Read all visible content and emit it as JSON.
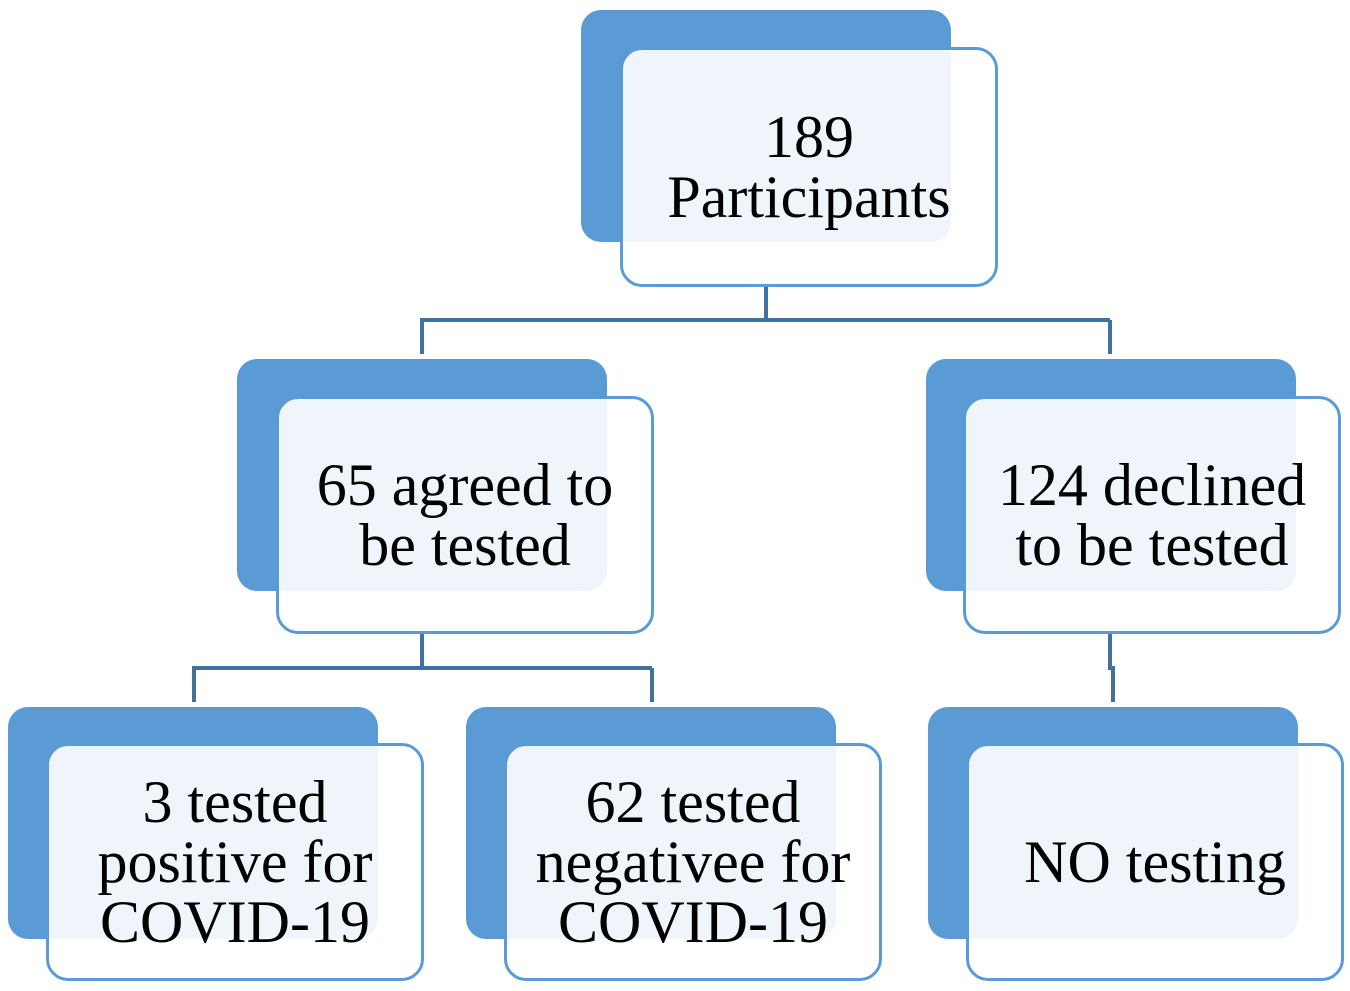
{
  "diagram": {
    "root": {
      "line1": "189",
      "line2": "Participants"
    },
    "agreed": {
      "line1": "65 agreed to",
      "line2": "be tested"
    },
    "declined": {
      "line1": "124 declined",
      "line2": "to be tested"
    },
    "positive": {
      "line1": "3 tested",
      "line2": "positive for",
      "line3": "COVID-19"
    },
    "negative": {
      "line1": "62 tested",
      "line2": "negativee for",
      "line3": "COVID-19"
    },
    "no_testing": {
      "line1": "NO testing"
    }
  },
  "colors": {
    "accent": "#5b9bd5",
    "connector": "#41719c",
    "text": "#000000"
  }
}
